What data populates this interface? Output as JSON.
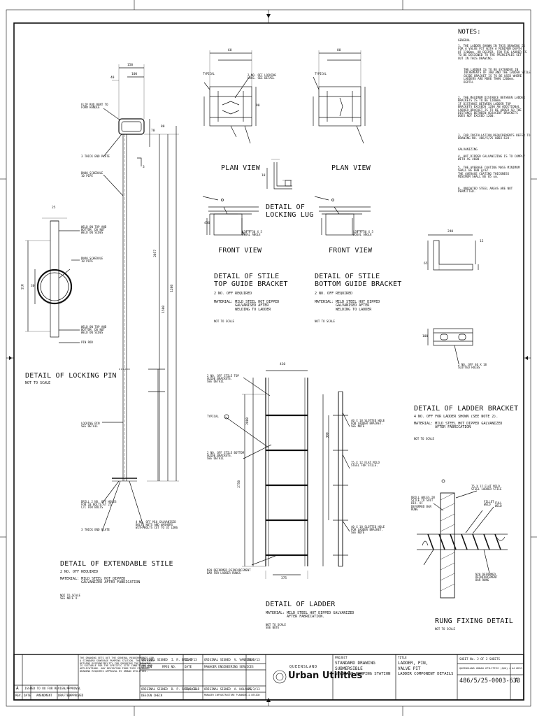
{
  "notes": {
    "heading": "NOTES:",
    "general": "GENERAL",
    "n1": "1. THE LADDER SHOWN IN THIS DRAWING IS\nFOR A VALVE PIT WITH A MINIMUM DEPTH\nOF 1200mm. OR DEEPER. FOR THE LADDER IS\nTO BE DESIGNED TO THE PRINCIPLES SET\nOUT IN THIS DRAWING.",
    "n1b": "THE LADDER IS TO BE EXTENDED IN\nINCREMENTS OF 300 AND THE LADDER STILE\nGUIDE BRACKET IS TO BE USED WHERE\nLADDERS ARE MORE THAN 1200mm.\nDEPTH.",
    "n2": "2. THE MAXIMUM DISTANCE BETWEEN LADDER\nBRACKETS IS TO BE 1200mm.\nIF DISTANCE BETWEEN LADDER TOP\nBRACKETS EXCEEDS 1200 AN ADDITIONAL\nLADDER BRACKET IS TO BE ADDED SO THE\nDISTANCE BETWEEN ADJACENT BRACKETS\nDOES NOT EXCEED 1200.",
    "n3": "3. FOR INSTALLATION REQUIREMENTS REFER TO\nDRAWING NO. 486/5/25-0003-634.",
    "galv": "GALVANIZING",
    "n4": "4. HOT DIPPED GALVANIZING IS TO COMPLY\nWITH AS 4680.",
    "n5": "5. THE AVERAGE COATING MASS MINIMUM\nSHALL BE 600 g/m2.\nTHE AVERAGE COATING THICKNESS\nMINIMUM SHALL BE 85 um.",
    "n6": "6. UNCOATED STEEL AREAS ARE NOT\nPERMITTED."
  },
  "details": {
    "locking_pin": {
      "title": "DETAIL OF LOCKING PIN",
      "scale": "NOT TO SCALE"
    },
    "extendable_stile": {
      "title": "DETAIL OF EXTENDABLE STILE",
      "req": "2 NO. OFF REQUIRED",
      "material": "MATERIAL: MILD STEEL HOT DIPPED\n          GALVANIZED AFTER FABRICATION",
      "scale": "NOT TO SCALE\nSEE NOTE 4."
    },
    "plan_view_1": "PLAN VIEW",
    "plan_view_2": "PLAN VIEW",
    "front_view_1": "FRONT VIEW",
    "front_view_2": "FRONT VIEW",
    "locking_lug": "DETAIL OF\nLOCKING LUG",
    "top_bracket": {
      "title": "DETAIL OF STILE\nTOP GUIDE BRACKET",
      "req": "2 NO. OFF REQUIRED",
      "material": "MATERIAL: MILD STEEL HOT DIPPED\n          GALVANISED AFTER\n          WELDING TO LADDER",
      "scale": "NOT TO SCALE"
    },
    "bottom_bracket": {
      "title": "DETAIL OF STILE\nBOTTOM GUIDE BRACKET",
      "req": "2 NO. OFF REQUIRED",
      "material": "MATERIAL: MILD STEEL HOT DIPPED\n          GALVANISED AFTER\n          WELDING TO LADDER",
      "scale": "NOT TO SCALE"
    },
    "ladder_bracket": {
      "title": "DETAIL OF LADDER BRACKET",
      "req": "4 NO. OFF FOR LADDER SHOWN (SEE NOTE 2).",
      "material": "MATERIAL: MILD STEEL HOT DIPPED GALVANIZED\n          AFTER FABRICATION",
      "scale": "NOT TO SCALE"
    },
    "ladder": {
      "title": "DETAIL OF LADDER",
      "material": "MATERIAL: MILD STEEL HOT DIPPED GALVANIZED\n          AFTER FABRICATION.",
      "scale": "NOT TO SCALE\nSEE NOTE"
    },
    "rung_fixing": {
      "title": "RUNG FIXING DETAIL",
      "scale": "NOT TO SCALE"
    }
  },
  "labels": {
    "flip_rod": "FLIP ROD BENT TO\nFORM HANDLE",
    "end_plate": "3 THICK END PLATE",
    "dn_pipe": "DN40 SCHEDULE\n10 PIPE",
    "weld_top": "WELD ON TOP AND\nBOTTOM. DO NOT\nWELD ON SIDES",
    "dn_pipe2": "DN40 SCHEDULE\n10 PIPE",
    "weld_bot": "WELD ON TOP AND\nBOTTOM. DO NOT\nWELD ON SIDES",
    "pin_rod": "PIN ROD",
    "locking_pin": "LOCKING PIN\nSEE DETAIL",
    "drill": "DRILL 2 NO. OFF HOLES\nFOR 10 BOLTS AT 25\nC/C FOR BOLTS",
    "m10": "4 NO. OFF M10 GALVANISED\nBOLTS NUTS AND WASHERS\nWITH BOLTS CUT TO 35 LONG",
    "end_plate2": "3 THICK END PLATE",
    "typical_1": "TYPICAL",
    "typical_2": "TYPICAL",
    "locking_lug_lbl": "2 NO. OFF LOCKING\nLUGS. SEE DETAIL",
    "angle_1": "L50 X 50 X 5\nEQUAL ANGLE",
    "angle_2": "L50 X 50 X 5\nEQUAL ANGLE",
    "top_guide": "2 NO. OFF STILE TOP\nGUIDE BRACKETS.\nSEE DETAIL",
    "typical_3": "TYPICAL",
    "bottom_guide": "2 NO. OFF STILE BOTTOM\nGUIDE BRACKETS.\nSEE DETAIL",
    "slotted_1": "40 X 18 SLOTTED HOLE\nFOR LADDER BRACKET.\nSEE NOTE",
    "flat_bar": "75 X 12 FLAT MILD\nSTEEL FOR STILE.",
    "slotted_2": "40 X 18 SLOTTED HOLE\nFOR LADDER BRACKET.\nSEE NOTE",
    "rung_bar": "N20 DEFORMED REINFORCEMENT\nBAR FOR LADDER RUNGS",
    "slotted_3": "2 NO. OFF 40 X 18\nSLOTTED HOLES",
    "rung_flat": "75 X 12 FLAT MILD\nSTEEL LADDER STILE",
    "drill_hole": "DRILL HOLES IN\nSTILE TO SUIT\nDIA. OF\nDEFORMED BAR\nRUNG",
    "fillet": "FILLET\nWELD",
    "full_weld": "FULL\nWELD",
    "n20_rung": "N20 DEFORMED\nREINFORCEMENT\nBAR RUNG"
  },
  "dims": {
    "d150": "150",
    "d100": "100",
    "d40": "40",
    "d70": "70",
    "d80": "80",
    "d3": "3",
    "d25": "25",
    "d1200": "1200",
    "d1500": "1500",
    "d2057": "2057",
    "d100b": "100",
    "d300": "300",
    "d30": "30",
    "d60": "60",
    "d110": "110",
    "d80b": "80",
    "d90": "90",
    "d25b": "25",
    "d450": "450",
    "d10": "10",
    "d240": "240",
    "d65": "65",
    "d12": "12",
    "d100c": "100",
    "d410": "410",
    "d375": "375",
    "d2750": "2750",
    "d2800": "2800",
    "d300b": "300",
    "d1200b": "1200",
    "d200": "200"
  },
  "title_block": {
    "rev_a": "A",
    "rev_text": "ISSUED TO UU FOR REVIEW/APPROVAL",
    "rev_hdr1": "REV.",
    "rev_hdr2": "DATE",
    "rev_hdr3": "AMENDMENT",
    "rev_hdr4": "DRAFTED",
    "rev_hdr5": "APPROVED",
    "disclaimer": "THE DRAWING SETS OUT THE GENERAL REQUIREMENTS FOR\nA STANDARD SEWERAGE PUMPING STATION. THE DESIGNER\nRETAINS RESPONSIBILITY FOR ENSURING THE DRAWING\nIS SUITABLE FOR THE SPECIFIC SITE CONDITIONS AND\nAPPLICATIONS. ANY DEVIATION FROM THIS STANDARD\nDRAWING REQUIRES APPROVAL BY URBAN UTILITIES.",
    "original_signed": "ORIGINAL SIGNED  I. R. BRIGHT",
    "date1": "12/3/13",
    "designed": "DESIGN",
    "original_signed2": "ORIGINAL SIGNED  V. VANESSEN",
    "date2": "26/3/13",
    "manager": "MANAGER ENGINEERING SERVICES",
    "rpeq": "RPEQ NO.",
    "date_hdr": "DATE",
    "checked": "ORIGINAL SIGNED  D. P. PATON GOLD",
    "date3": "22/3/13",
    "original_signed3": "ORIGINAL SIGNED  A. HOLAKAS",
    "date4": "25/3/13",
    "manager2": "MANAGER INFRASTRUCTURE PLANNING & DESIGN",
    "design_check": "DESIGN CHECK",
    "logo_top": "QUEENSLAND",
    "logo_main": "Urban Utilities",
    "project_lbl": "PROJECT",
    "project1": "STANDARD DRAWING",
    "project2": "SUBMERSIBLE",
    "project3": "SEWERAGE PUMPING STATION",
    "title_lbl": "TITLE",
    "title1": "LADDER, PIN,",
    "title2": "VALVE PIT",
    "title3": "LADDER COMPONENT DETAILS",
    "sheet": "SHEET No. 2 OF 2 SHEETS",
    "copyright": "QUEENSLAND URBAN UTILITIES (QUU) ©",
    "a4": "A4 ORIG.",
    "drawing_no": "486/5/25-0003-633",
    "rev": "A"
  }
}
